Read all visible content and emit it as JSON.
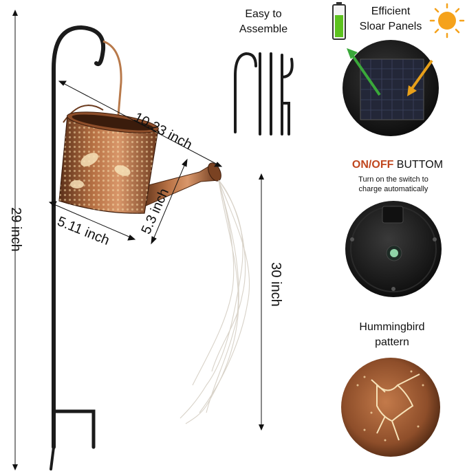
{
  "dimensions": {
    "pole_height": "29 inch",
    "can_length": "10.23 inch",
    "can_width": "5.11 inch",
    "can_height": "5.3 inch",
    "light_length": "30 inch"
  },
  "features": {
    "assemble": {
      "line1": "Easy to",
      "line2": "Assemble"
    },
    "solar": {
      "line1": "Efficient",
      "line2": "Sloar Panels"
    },
    "switch": {
      "title_on_off": "ON/OFF",
      "title_rest": " BUTTOM",
      "note_line1": "Turn on the switch to",
      "note_line2": "charge automatically"
    },
    "pattern": {
      "line1": "Hummingbird",
      "line2": "pattern"
    }
  },
  "colors": {
    "on_off_accent": "#c0471f",
    "sun": "#f5a21b",
    "battery": "#5cc21e",
    "arrow_green": "#3aa83a",
    "arrow_orange": "#e8a01a",
    "copper": "#a0603a"
  }
}
